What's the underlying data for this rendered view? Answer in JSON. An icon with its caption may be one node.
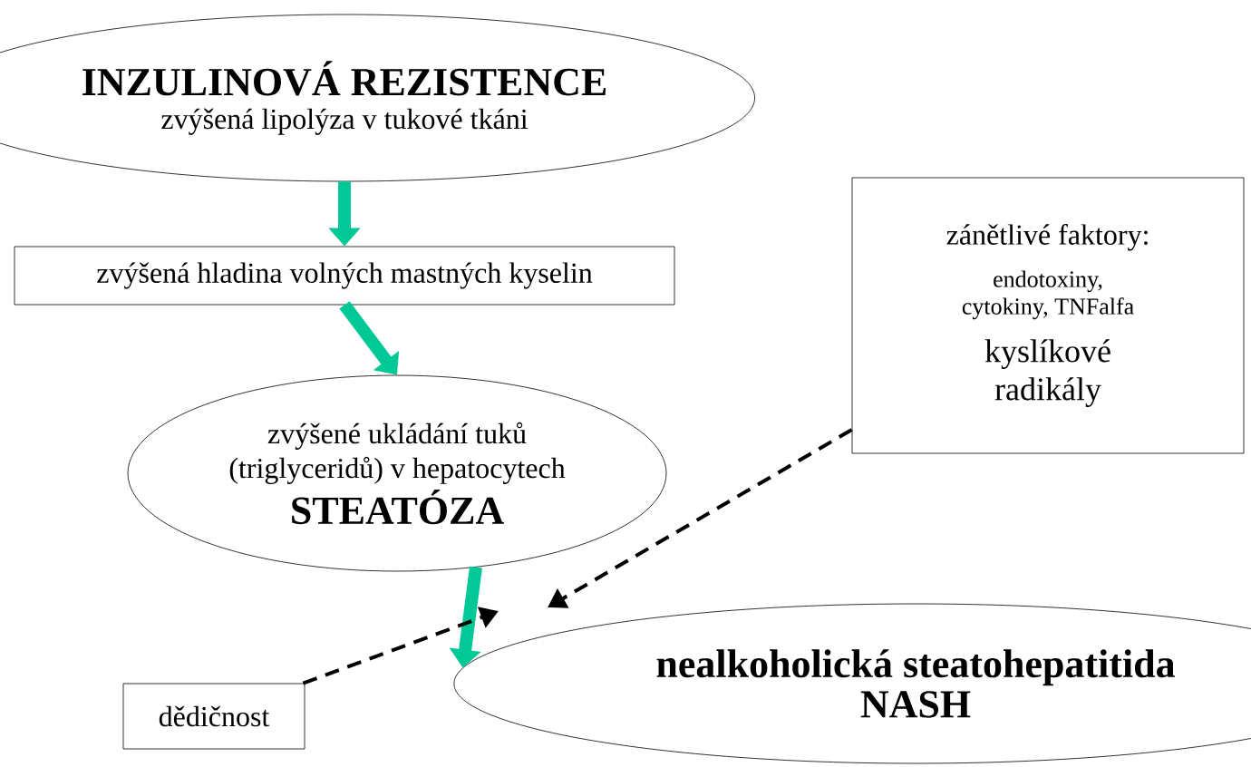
{
  "diagram": {
    "nodes": [
      {
        "text": [
          "INZULINOVÁ REZISTENCE",
          "zvýšená lipolýza v tukové tkáni"
        ]
      },
      {
        "text": [
          "zvýšená hladina volných mastných kyselin"
        ]
      },
      {
        "text": [
          "zvýšené ukládání tuků (triglyceridů) v hepatocytech",
          "STEATÓZA"
        ]
      },
      {
        "text": [
          "zánětlivé faktory:",
          "endotoxiny, cytokiny, TNFalfa",
          "kyslíkové radikály"
        ]
      },
      {
        "text": [
          "nealkoholická steatohepatitida",
          "NASH"
        ]
      },
      {
        "text": [
          "dědičnost"
        ]
      }
    ],
    "edges": [
      {
        "from": 0,
        "to": 1,
        "arrow": "to"
      },
      {
        "from": 1,
        "to": 2,
        "arrow": "to"
      },
      {
        "from": 2,
        "to": 4,
        "arrow": "to"
      },
      {
        "from": 3,
        "to": null,
        "arrow": "to",
        "style": "dashed",
        "color": "#000000"
      },
      {
        "from": 5,
        "to": null,
        "arrow": "to",
        "style": "dashed",
        "color": "#000000"
      }
    ]
  }
}
